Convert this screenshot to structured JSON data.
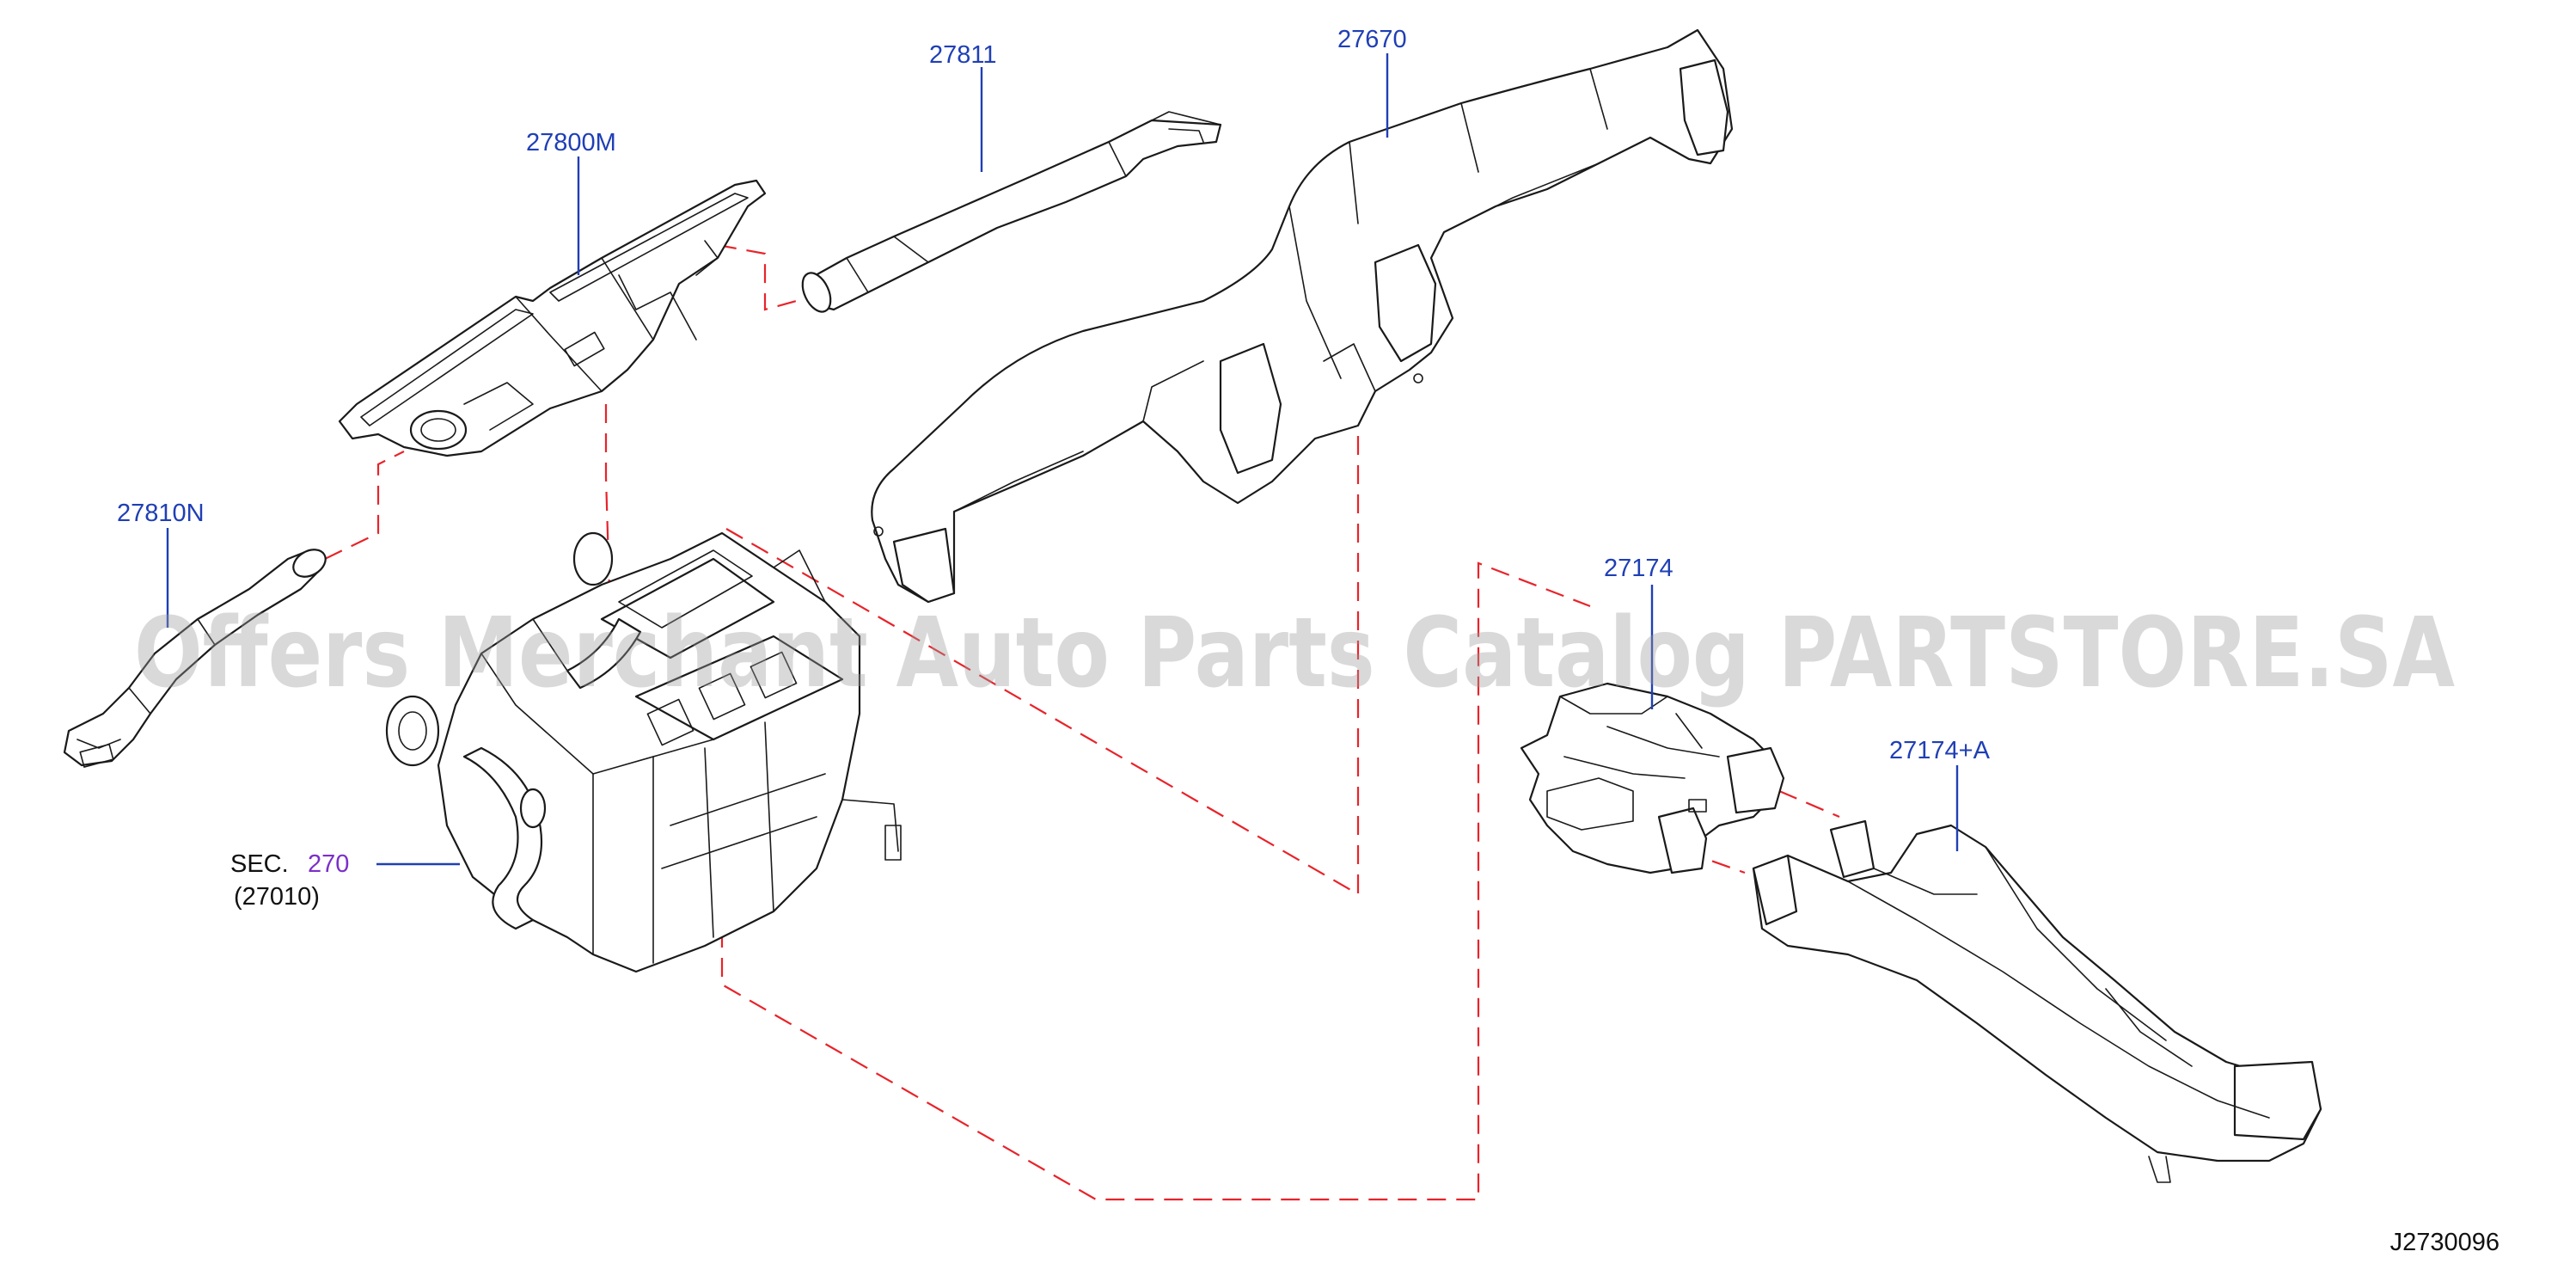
{
  "colors": {
    "callout": "#1f3fb5",
    "sec_link": "#7b2fc9",
    "dashed_link": "#e8232a",
    "line_art": "#1a1a1a",
    "watermark": "#9a9a9a"
  },
  "callouts": [
    {
      "id": "27800M",
      "label": "27800M"
    },
    {
      "id": "27811",
      "label": "27811"
    },
    {
      "id": "27670",
      "label": "27670"
    },
    {
      "id": "27810N",
      "label": "27810N"
    },
    {
      "id": "27174",
      "label": "27174"
    },
    {
      "id": "27174A",
      "label": "27174+A"
    }
  ],
  "section_ref": {
    "prefix": "SEC.",
    "number": "270",
    "sub": "(27010)"
  },
  "watermark": "Offers Merchant Auto Parts Catalog PARTSTORE.SA",
  "diagram_code": "J2730096"
}
